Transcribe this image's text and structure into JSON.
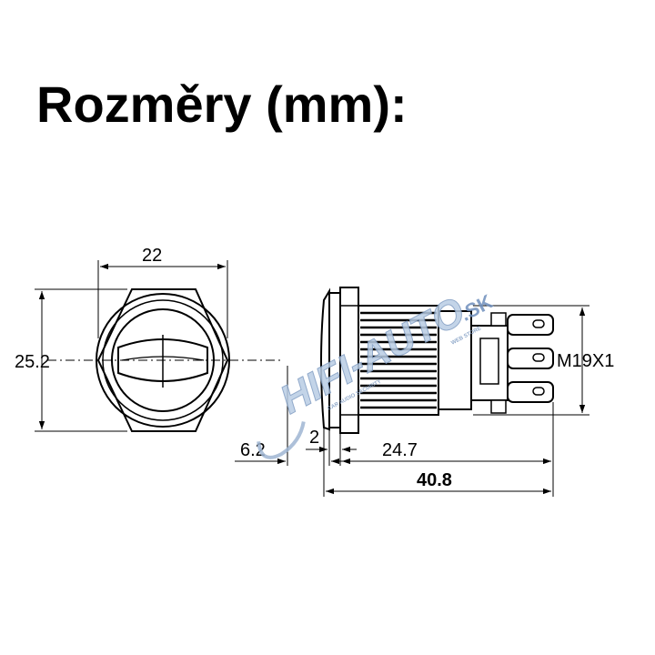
{
  "title": "Rozměry (mm):",
  "dimensions": {
    "front_width": "22",
    "front_height": "25.2",
    "flange": "6.2",
    "thickness": "2",
    "body_length": "24.7",
    "total_length": "40.8",
    "thread": "M19X1"
  },
  "watermark": {
    "main": "HIFI-AUTO",
    "domain": ".SK",
    "tagline": "CAR AUDIO SECURITY",
    "tagline2": "WEB STORE"
  },
  "colors": {
    "ink": "#000000",
    "watermark": "#9fb6d3"
  }
}
